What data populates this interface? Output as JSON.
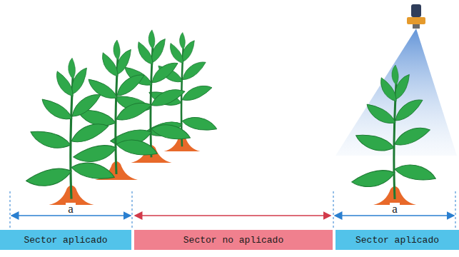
{
  "diagram": {
    "nodes": [
      {
        "text": [
          "Sector aplicado"
        ]
      },
      {
        "text": [
          "Sector no aplicado"
        ]
      },
      {
        "text": [
          "Sector aplicado"
        ]
      }
    ],
    "labels": [
      "a",
      "a"
    ]
  }
}
